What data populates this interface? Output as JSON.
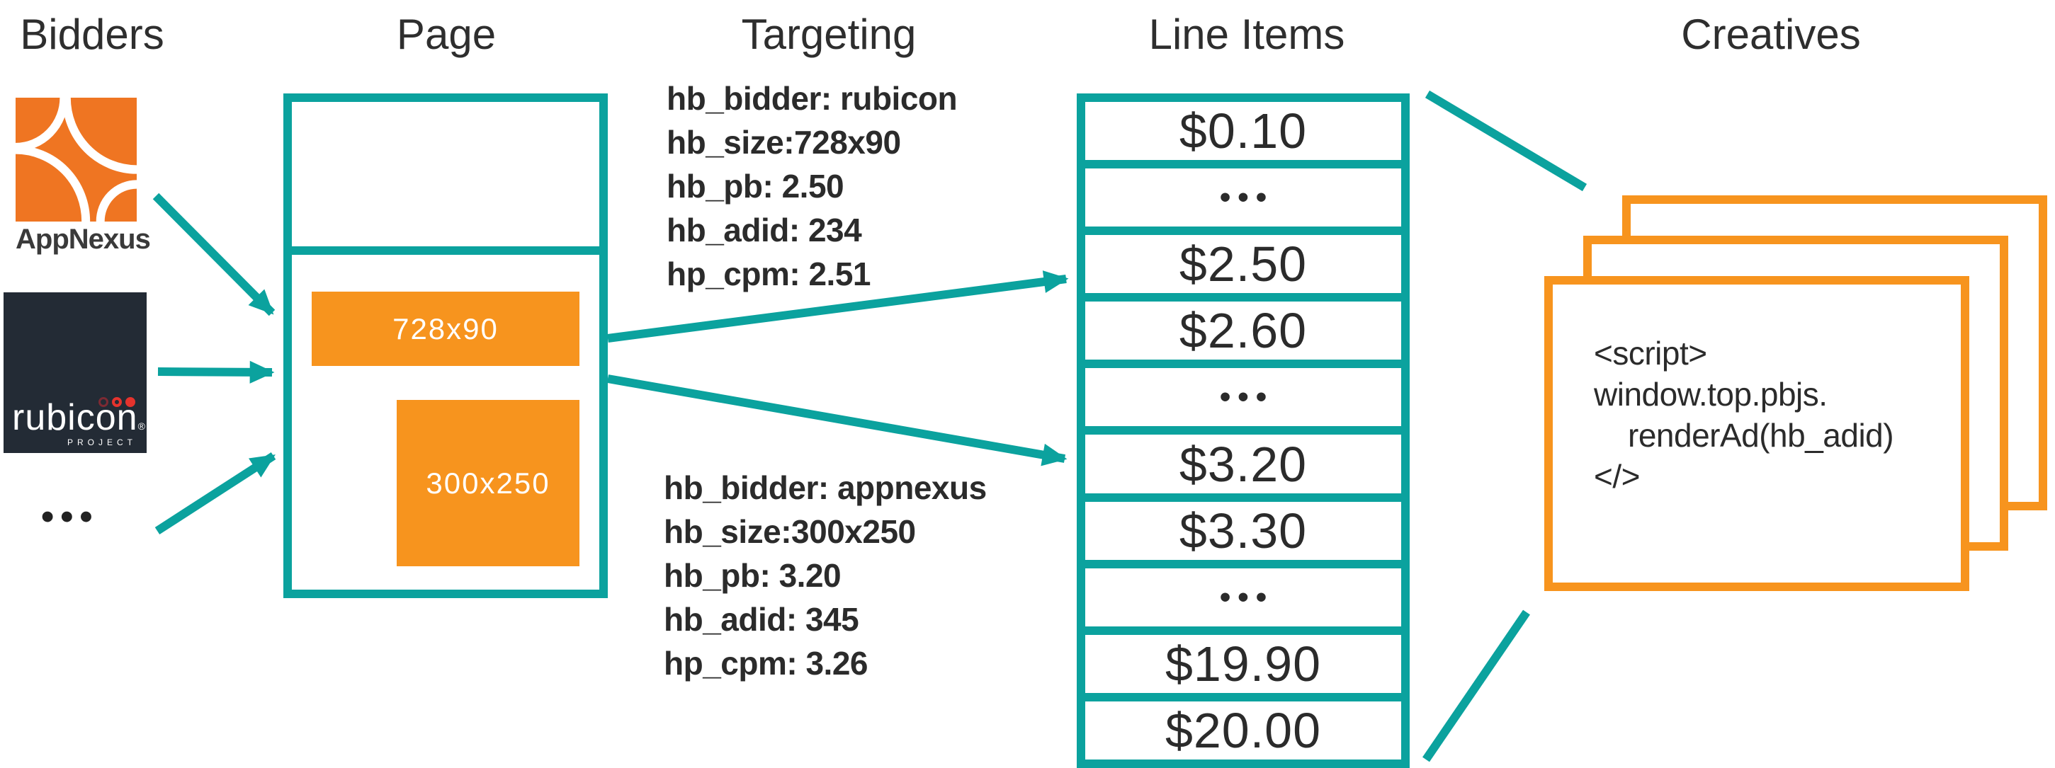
{
  "headers": {
    "bidders": "Bidders",
    "page": "Page",
    "targeting": "Targeting",
    "line_items": "Line Items",
    "creatives": "Creatives"
  },
  "bidders": {
    "appnexus_label": "AppNexus",
    "rubicon_label": "rubicon",
    "rubicon_reg": "®",
    "rubicon_project": "PROJECT",
    "more": "•••"
  },
  "page": {
    "slot1": "728x90",
    "slot2": "300x250"
  },
  "targeting": {
    "block1": {
      "line1": "hb_bidder: rubicon",
      "line2": "hb_size:728x90",
      "line3": "hb_pb: 2.50",
      "line4": "hb_adid: 234",
      "line5": "hp_cpm: 2.51"
    },
    "block2": {
      "line1": "hb_bidder: appnexus",
      "line2": "hb_size:300x250",
      "line3": "hb_pb: 3.20",
      "line4": "hb_adid: 345",
      "line5": "hp_cpm: 3.26"
    }
  },
  "line_items": {
    "rows": [
      "$0.10",
      "•••",
      "$2.50",
      "$2.60",
      "•••",
      "$3.20",
      "$3.30",
      "•••",
      "$19.90",
      "$20.00"
    ]
  },
  "creatives": {
    "code_line1": "<script>",
    "code_line2": "window.top.pbjs.",
    "code_line3": "renderAd(hb_adid)",
    "code_line4": "</>"
  },
  "colors": {
    "teal": "#0ba29e",
    "orange": "#f7941e",
    "appnexus_orange": "#ef7522",
    "dark_text": "#2b2b2b",
    "rubicon_bg": "#232b35",
    "rubicon_red": "#e5332d"
  }
}
